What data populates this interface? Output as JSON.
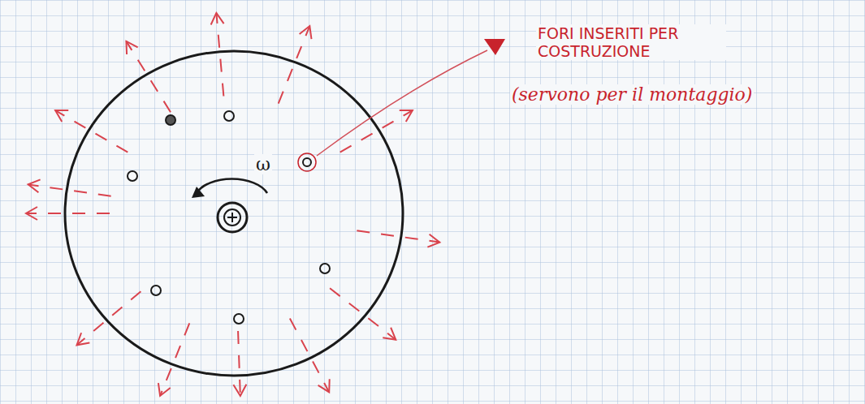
{
  "diagram": {
    "labels": [
      "ω",
      "FORI INSERITI PER COSTRUZIONE",
      "(servono per il montaggio)"
    ]
  }
}
